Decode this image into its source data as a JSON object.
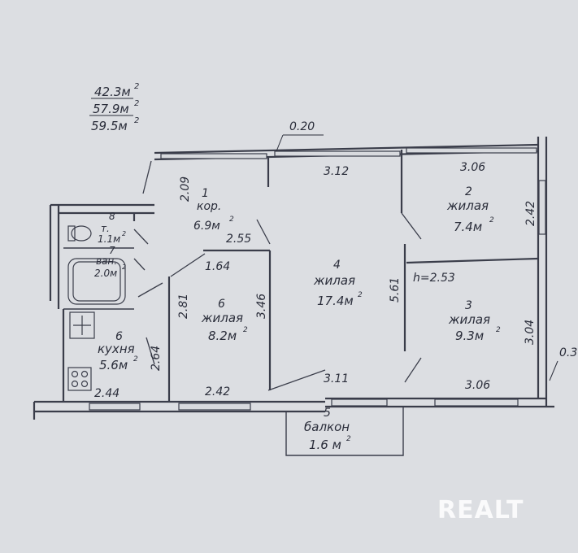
{
  "areas": {
    "living": "42.3м",
    "total": "57.9м",
    "gross": "59.5м",
    "unit_sup": "2"
  },
  "rooms": [
    {
      "id": "corridor",
      "num": "1",
      "name": "кор.",
      "area": "6.9м"
    },
    {
      "id": "bedroom-2",
      "num": "2",
      "name": "жилая",
      "area": "7.4м"
    },
    {
      "id": "bedroom-3",
      "num": "3",
      "name": "жилая",
      "area": "9.3м"
    },
    {
      "id": "living-4",
      "num": "4",
      "name": "жилая",
      "area": "17.4м"
    },
    {
      "id": "balcony-5",
      "num": "5",
      "name": "балкон",
      "area": "1.6 м"
    },
    {
      "id": "bedroom-6",
      "num": "6",
      "name": "жилая",
      "area": "8.2м"
    },
    {
      "id": "kitchen",
      "num": "6",
      "name": "кухня",
      "area": "5.6м"
    },
    {
      "id": "toilet",
      "num": "8",
      "name": "т.",
      "area": "1.1м"
    },
    {
      "id": "bath",
      "num": "7",
      "name": "ван.",
      "area": "2.0м"
    }
  ],
  "dimensions": {
    "d020": "0.20",
    "d312": "3.12",
    "d306_top": "3.06",
    "d209": "2.09",
    "d242_right": "2.42",
    "d255": "2.55",
    "d164": "1.64",
    "d561": "5.61",
    "h": "h=2.53",
    "d281": "2.81",
    "d346": "3.46",
    "d304": "3.04",
    "d264": "2.64",
    "d311": "3.11",
    "d306_bottom": "3.06",
    "d244": "2.44",
    "d242_bottom": "2.42",
    "d03": "0.3"
  },
  "watermark": "REALT"
}
